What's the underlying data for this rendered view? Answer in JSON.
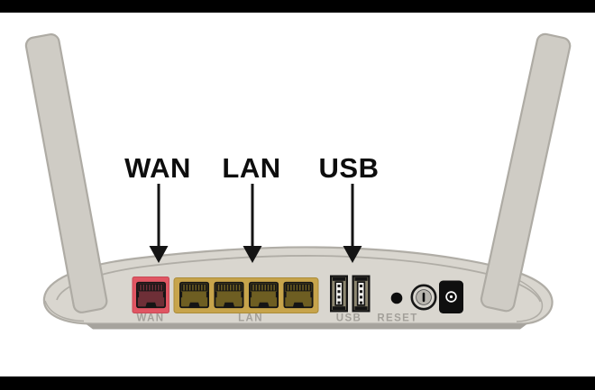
{
  "diagram": {
    "description": "Back panel of a wireless router with two antennas",
    "callouts": [
      {
        "label": "WAN"
      },
      {
        "label": "LAN"
      },
      {
        "label": "USB"
      }
    ],
    "panel_labels": {
      "wan": "WAN",
      "lan": "LAN",
      "usb": "USB",
      "reset": "RESET"
    },
    "port_counts": {
      "wan": 1,
      "lan": 4,
      "usb": 2
    },
    "colors": {
      "background": "#ffffff",
      "letterbox": "#000000",
      "body": "#d9d6cf",
      "antenna": "#cfccc5",
      "outline": "#b0ada6",
      "wan_port": "#e05663",
      "wan_socket": "#6e2f37",
      "lan_block": "#c7a44b",
      "lan_socket": "#6e5e22",
      "usb_frame": "#8e8871",
      "panel_label_gray": "#a3a09a",
      "callout_text": "#0d0d0d"
    }
  }
}
